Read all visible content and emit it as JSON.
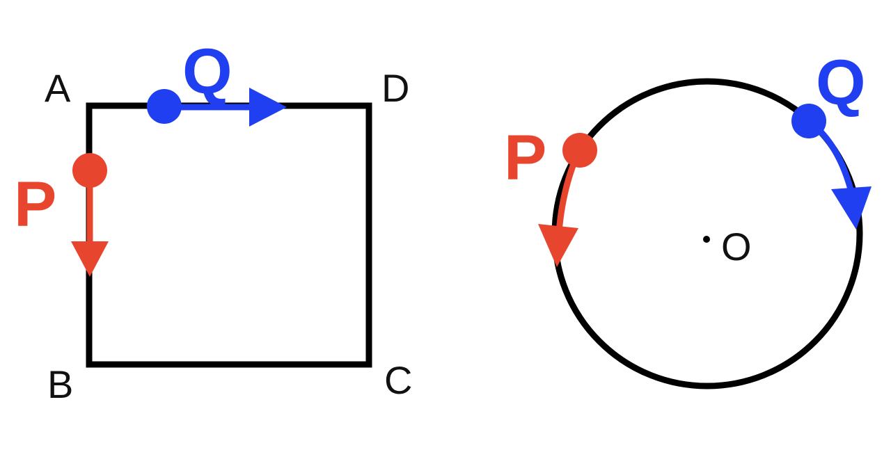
{
  "colors": {
    "shape": "#000000",
    "point_p": "#e8452e",
    "point_q": "#1f3ff0",
    "background": "#ffffff"
  },
  "square": {
    "vertices": [
      "A",
      "B",
      "C",
      "D"
    ],
    "moving_points": [
      {
        "name": "P",
        "on_edge": "A-B",
        "direction": "toward B"
      },
      {
        "name": "Q",
        "on_edge": "A-D",
        "direction": "toward D"
      }
    ]
  },
  "circle": {
    "center_label": "O",
    "moving_points": [
      {
        "name": "P",
        "direction": "counterclockwise"
      },
      {
        "name": "Q",
        "direction": "clockwise"
      }
    ]
  }
}
